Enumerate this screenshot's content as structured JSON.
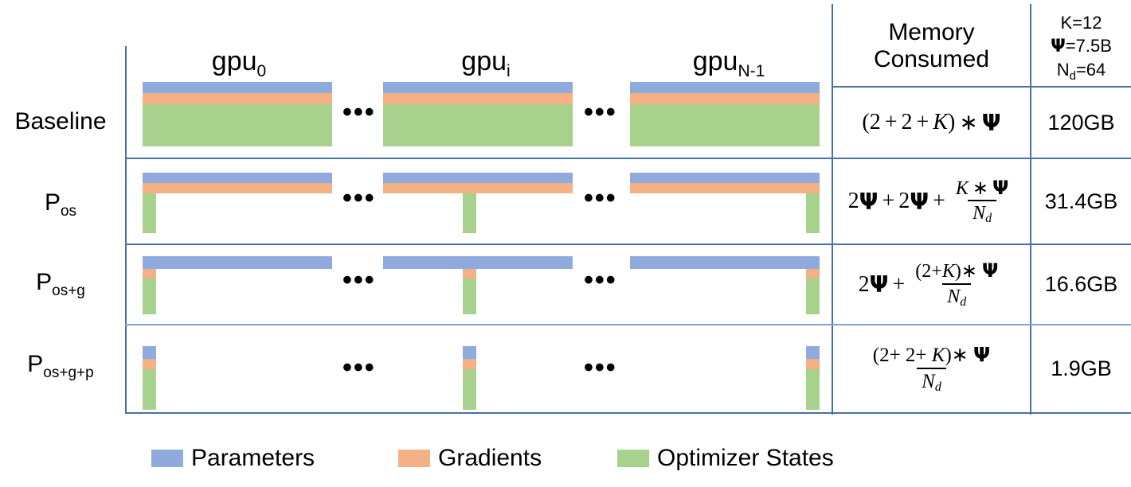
{
  "figure": {
    "columns": [
      {
        "label_base": "gpu",
        "label_sub": "0"
      },
      {
        "label_base": "gpu",
        "label_sub": "i"
      },
      {
        "label_base": "gpu",
        "label_sub": "N-1"
      }
    ],
    "ellipsis": "•••",
    "rows": [
      {
        "label_base": "Baseline",
        "label_sub": "",
        "formula_plain": "(2 + 2 + K) * Ψ",
        "memory": "120GB"
      },
      {
        "label_base": "P",
        "label_sub": "os",
        "formula_plain": "2Ψ + 2Ψ + (K * Ψ) / N_d",
        "memory": "31.4GB"
      },
      {
        "label_base": "P",
        "label_sub": "os+g",
        "formula_plain": "2Ψ + ((2 + K) * Ψ) / N_d",
        "memory": "16.6GB"
      },
      {
        "label_base": "P",
        "label_sub": "os+g+p",
        "formula_plain": "((2 + 2 + K) * Ψ) / N_d",
        "memory": "1.9GB"
      }
    ],
    "header": {
      "memory_line1": "Memory",
      "memory_line2": "Consumed",
      "config_k": "K=12",
      "config_psi_symbol": "Ψ",
      "config_psi_value": "=7.5B",
      "config_nd_base": "N",
      "config_nd_sub": "d",
      "config_nd_value": "=64"
    },
    "math_tokens": {
      "two": "2",
      "K": "K",
      "psi": "Ψ",
      "Nd_base": "N",
      "Nd_sub": "d",
      "plus": "+",
      "times": "∗",
      "lparen": "(",
      "rparen": ")"
    },
    "legend": [
      {
        "name": "Parameters",
        "color": "#8faadc",
        "key": "parameters"
      },
      {
        "name": "Gradients",
        "color": "#f4b183",
        "key": "gradients"
      },
      {
        "name": "Optimizer States",
        "color": "#a9d18e",
        "key": "optimizer-states"
      }
    ],
    "colors": {
      "parameters": "#8faadc",
      "gradients": "#f4b183",
      "optimizer_states": "#a9d18e",
      "grid": "#4472a8",
      "background": "#ffffff"
    }
  }
}
